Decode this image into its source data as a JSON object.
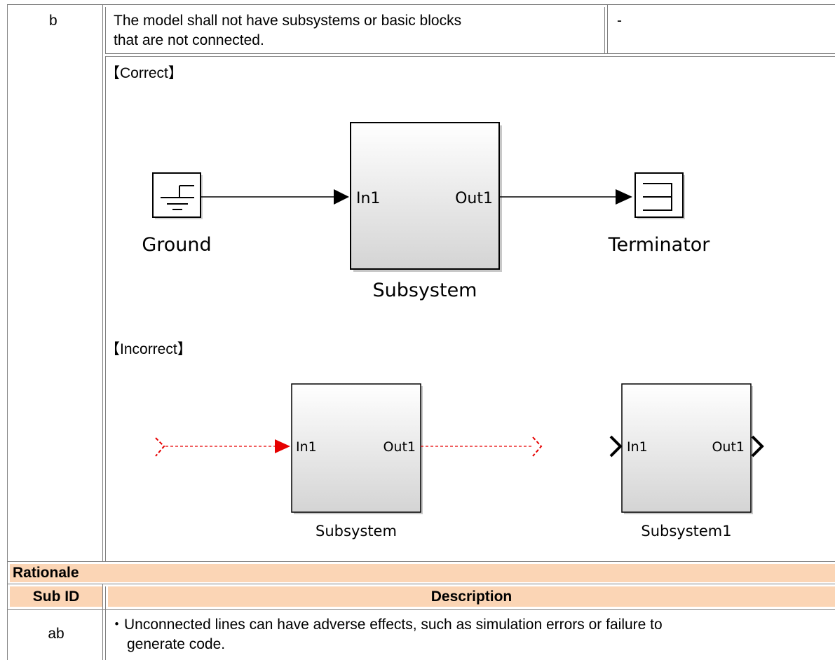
{
  "rule_row": {
    "sub_id": "b",
    "text_line1": "The model shall not have subsystems or basic blocks",
    "text_line2": "that are not connected.",
    "note": "-"
  },
  "correct": {
    "label": "【Correct】",
    "ground_label": "Ground",
    "subsystem_in": "In1",
    "subsystem_out": "Out1",
    "subsystem_label": "Subsystem",
    "terminator_label": "Terminator"
  },
  "incorrect": {
    "label": "【Incorrect】",
    "sub1_in": "In1",
    "sub1_out": "Out1",
    "sub1_label": "Subsystem",
    "sub2_in": "In1",
    "sub2_out": "Out1",
    "sub2_label": "Subsystem1"
  },
  "rationale": {
    "title": "Rationale",
    "col_subid": "Sub ID",
    "col_desc": "Description",
    "row_subid": "ab",
    "row_line1": "・Unconnected lines can have adverse effects, such as simulation errors or failure to",
    "row_line2": "generate code."
  },
  "colors": {
    "header_bg": "#fbd5b5",
    "border": "#808080",
    "unconnected": "#e60000"
  }
}
